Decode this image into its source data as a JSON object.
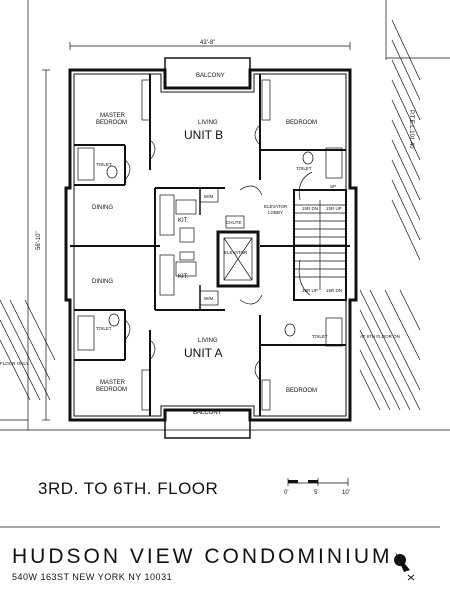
{
  "plan": {
    "overall_dimension": "43'-8\"",
    "side_dimension": "56'-10\"",
    "side_note": "P.T.E.L.101.40",
    "left_note": "FLOOR ONLY",
    "right_note": "AT 6TH FLOOR ON",
    "unit_b": {
      "name": "UNIT B",
      "balcony": "BALCONY",
      "master_bedroom": "MASTER\nBEDROOM",
      "living": "LIVING",
      "bedroom": "BEDROOM",
      "dining": "DINING",
      "kitchen": "KIT.",
      "toilet": "TOILET"
    },
    "unit_a": {
      "name": "UNIT A",
      "balcony": "BALCONY",
      "master_bedroom": "MASTER\nBEDROOM",
      "living": "LIVING",
      "bedroom": "BEDROOM",
      "dining": "DINING",
      "kitchen": "KIT.",
      "toilet": "TOILET"
    },
    "core": {
      "elevator": "ELEVATOR",
      "elevator_lobby": "ELEVATOR\nLOBBY",
      "chute": "CHUTE",
      "wm": "W/M",
      "stair_up": "15R\nUP",
      "stair_dn": "15R\nDN",
      "sp": "SP"
    },
    "scale_bar": [
      "0'",
      "5'",
      "10'"
    ]
  },
  "floor_title": "3RD. TO 6TH.  FLOOR",
  "project": {
    "title": "HUDSON  VIEW  CONDOMINIUM",
    "address": "540W  163ST  NEW YORK  NY  10031"
  }
}
